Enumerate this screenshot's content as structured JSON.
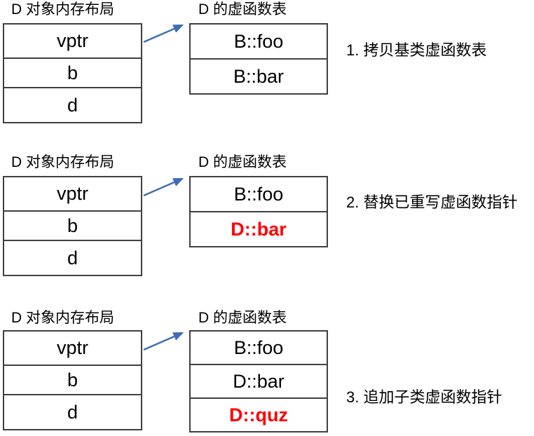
{
  "page": {
    "background": "#ffffff"
  },
  "colors": {
    "box_border": "#404040",
    "arrow_blue": "#3E6DB5",
    "highlight_red": "#FF0000",
    "text_black": "#000000"
  },
  "sections": [
    {
      "step": 1,
      "memory_title": "D 对象内存布局",
      "vtable_title": "D 的虚函数表",
      "memory_cells": [
        "vptr",
        "b",
        "d"
      ],
      "vtable_cells": [
        {
          "label": "B::foo",
          "highlight": false
        },
        {
          "label": "B::bar",
          "highlight": false
        }
      ],
      "annotation": "1. 拷贝基类虚函数表"
    },
    {
      "step": 2,
      "memory_title": "D 对象内存布局",
      "vtable_title": "D 的虚函数表",
      "memory_cells": [
        "vptr",
        "b",
        "d"
      ],
      "vtable_cells": [
        {
          "label": "B::foo",
          "highlight": false
        },
        {
          "label": "D::bar",
          "highlight": true
        }
      ],
      "annotation": "2. 替换已重写虚函数指针"
    },
    {
      "step": 3,
      "memory_title": "D 对象内存布局",
      "vtable_title": "D 的虚函数表",
      "memory_cells": [
        "vptr",
        "b",
        "d"
      ],
      "vtable_cells": [
        {
          "label": "B::foo",
          "highlight": false
        },
        {
          "label": "D::bar",
          "highlight": false
        },
        {
          "label": "D::quz",
          "highlight": true
        }
      ],
      "annotation": "3. 追加子类虚函数指针"
    }
  ]
}
